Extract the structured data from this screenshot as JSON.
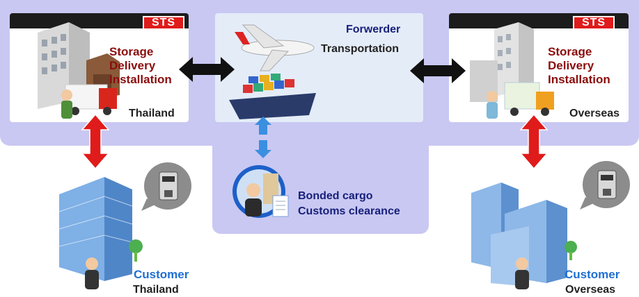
{
  "left_card": {
    "badge": "STS",
    "services": [
      "Storage",
      "Delivery",
      "Installation"
    ],
    "region": "Thailand"
  },
  "right_card": {
    "badge": "STS",
    "services": [
      "Storage",
      "Delivery",
      "Installation"
    ],
    "region": "Overseas"
  },
  "forwarder": {
    "title": "Forwerder",
    "subtitle": "Transportation"
  },
  "bonded": {
    "line1": "Bonded cargo",
    "line2": "Customs clearance"
  },
  "customer_left": {
    "title": "Customer",
    "region": "Thailand"
  },
  "customer_right": {
    "title": "Customer",
    "region": "Overseas"
  },
  "colors": {
    "band": "#c9c8f2",
    "service_text": "#8b0d0d",
    "customer_text": "#1f6fd1",
    "forwarder_text": "#17207a",
    "red_arrow": "#e01b1b",
    "blue_arrow": "#3a8fe0"
  }
}
